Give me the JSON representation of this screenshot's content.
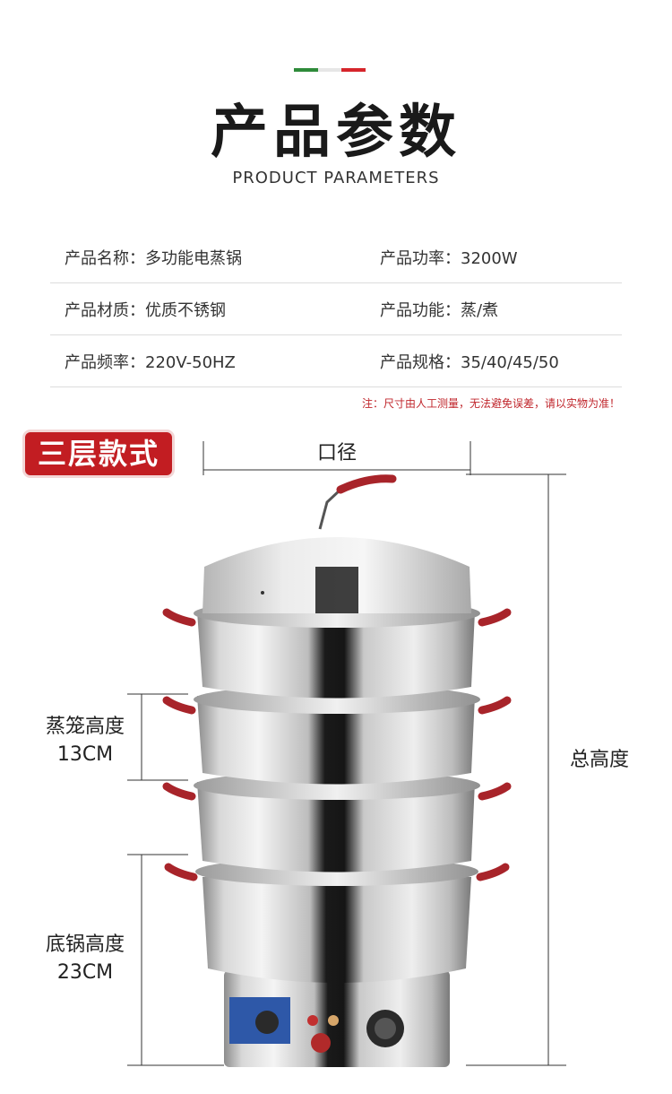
{
  "header": {
    "flag_colors": [
      "#2e8b3a",
      "#e6e6e6",
      "#d6252b"
    ],
    "title_cn": "产品参数",
    "title_en": "PRODUCT PARAMETERS"
  },
  "specs": [
    [
      {
        "label": "产品名称：",
        "value": "多功能电蒸锅"
      },
      {
        "label": "产品功率：",
        "value": "3200W"
      }
    ],
    [
      {
        "label": "产品材质：",
        "value": "优质不锈钢"
      },
      {
        "label": "产品功能：",
        "value": "蒸/煮"
      }
    ],
    [
      {
        "label": "产品频率：",
        "value": "220V-50HZ"
      },
      {
        "label": "产品规格：",
        "value": "35/40/45/50"
      }
    ]
  ],
  "note": "注：尺寸由人工测量，无法避免误差，请以实物为准！",
  "model_badge": "三层款式",
  "dimensions": {
    "diameter": "口径",
    "total_height": "总高度",
    "layer_height_label": "蒸笼高度",
    "layer_height_value": "13CM",
    "base_height_label": "底锅高度",
    "base_height_value": "23CM"
  },
  "colors": {
    "accent_red": "#c21d22",
    "note_red": "#c0262c",
    "handle_red": "#a8242a"
  }
}
